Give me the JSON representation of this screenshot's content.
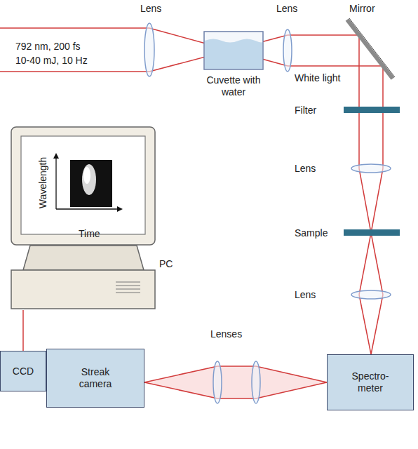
{
  "diagram": {
    "nodes": [
      {
        "text": [
          "Cuvette with water"
        ]
      },
      {
        "text": [
          "PC"
        ]
      },
      {
        "text": [
          "CCD"
        ]
      },
      {
        "text": [
          "Streak camera"
        ]
      },
      {
        "text": [
          "Spectro- meter"
        ]
      }
    ],
    "edges": [
      {
        "from": 1,
        "to": 2,
        "arrow": "none"
      }
    ],
    "labels": [
      "Lens",
      "Lens",
      "Mirror",
      "792 nm, 200 fs 10-40 mJ, 10 Hz",
      "White light",
      "Filter",
      "Lens",
      "Sample",
      "Lens",
      "Wavelength",
      "Time",
      "Lenses"
    ]
  }
}
